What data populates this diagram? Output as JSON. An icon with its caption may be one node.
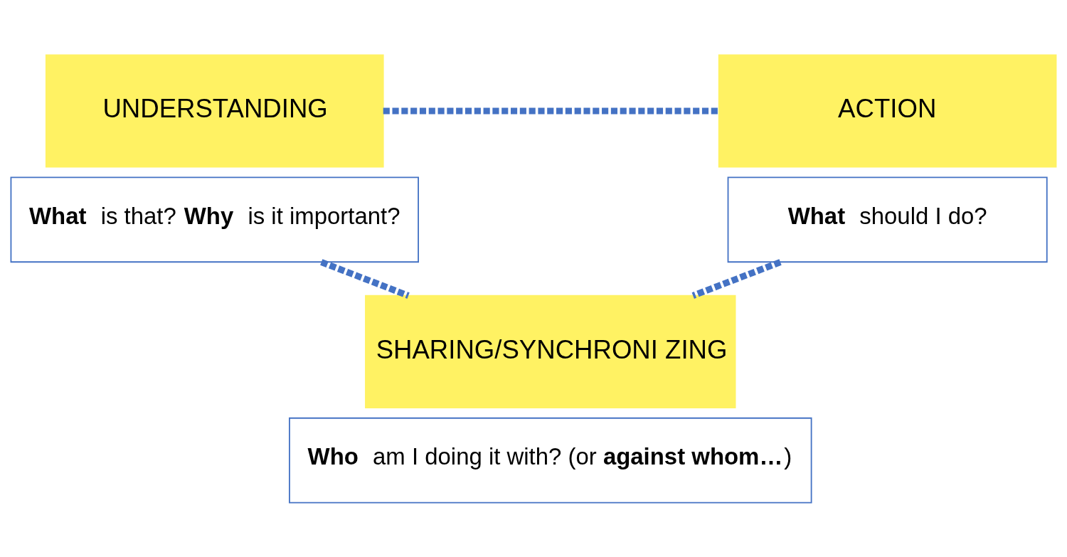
{
  "diagram": {
    "nodes": [
      {
        "text": [
          "UNDERSTANDING"
        ]
      },
      {
        "text": [
          "**What** is that? **Why** is it important?"
        ]
      },
      {
        "text": [
          "ACTION"
        ]
      },
      {
        "text": [
          "**What** should I do?"
        ]
      },
      {
        "text": [
          "SHARING/SYNCHRONI ZING"
        ]
      },
      {
        "text": [
          "**Who** am I doing it with? (or **against whom…**)"
        ]
      }
    ],
    "edges": [
      {
        "from": 0,
        "to": 2,
        "arrow": "none",
        "style": "dashed"
      },
      {
        "from": 1,
        "to": 4,
        "arrow": "none",
        "style": "dashed"
      },
      {
        "from": 3,
        "to": 4,
        "arrow": "none",
        "style": "dashed"
      }
    ]
  }
}
